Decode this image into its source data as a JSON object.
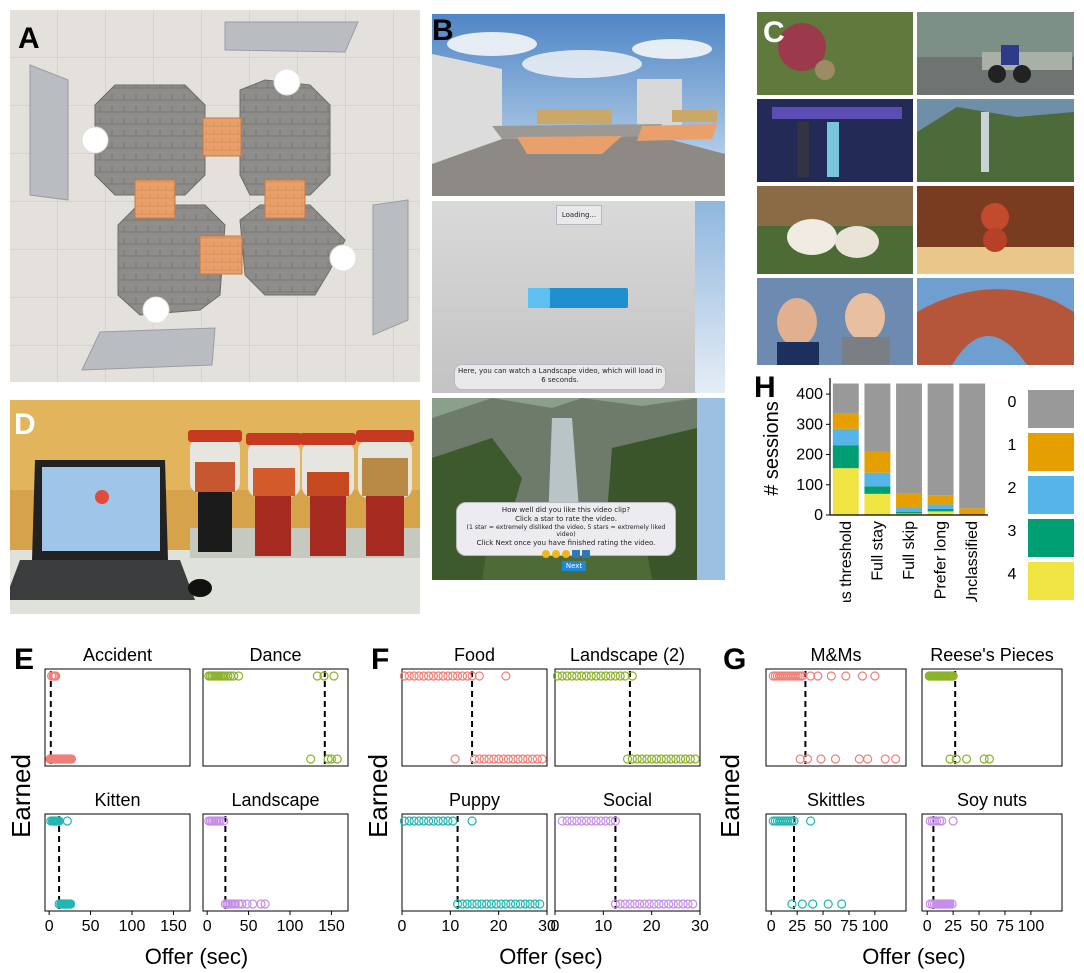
{
  "panels": {
    "a": {
      "label": "A"
    },
    "b": {
      "label": "B",
      "loading_text": "Loading...",
      "info_text": "Here, you can watch a Landscape video, which will load in 6 seconds.",
      "rating_lines": [
        "How well did you like this video clip?",
        "Click a star to rate the video.",
        "(1 star = extremely disliked the video, 5 stars = extremely liked video)",
        "Click Next once you have finished rating the video."
      ],
      "next_label": "Next",
      "rating_stars": {
        "filled": 3,
        "total": 5
      }
    },
    "c": {
      "label": "C"
    },
    "d": {
      "label": "D"
    },
    "e": {
      "label": "E"
    },
    "f": {
      "label": "F"
    },
    "g": {
      "label": "G"
    },
    "h": {
      "label": "H"
    }
  },
  "colors": {
    "red": "#f07f78",
    "green": "#8bb22a",
    "teal": "#22b7b0",
    "purple": "#c58ee8",
    "legend": {
      "0": "#999999",
      "1": "#e69f00",
      "2": "#56b4e9",
      "3": "#009e73",
      "4": "#f0e442"
    }
  },
  "chart_data": [
    {
      "id": "H",
      "type": "bar",
      "stacked": true,
      "ylabel": "# sessions",
      "xlabel": "",
      "ylim": [
        0,
        440
      ],
      "yticks": [
        0,
        100,
        200,
        300,
        400
      ],
      "categories": [
        "Has threshold",
        "Full stay",
        "Full skip",
        "Prefer long",
        "Unclassified"
      ],
      "series": [
        {
          "name": "4",
          "values": [
            155,
            70,
            5,
            12,
            0
          ]
        },
        {
          "name": "3",
          "values": [
            75,
            25,
            5,
            8,
            0
          ]
        },
        {
          "name": "2",
          "values": [
            55,
            45,
            15,
            15,
            0
          ]
        },
        {
          "name": "1",
          "values": [
            50,
            70,
            45,
            30,
            22
          ]
        },
        {
          "name": "0",
          "values": [
            100,
            225,
            365,
            370,
            413
          ]
        }
      ],
      "legend_position": "right"
    },
    {
      "id": "E",
      "type": "scatter",
      "ylabel": "Earned",
      "xlabel": "Offer (sec)",
      "xlim": [
        -5,
        170
      ],
      "xticks": [
        0,
        50,
        100,
        150
      ],
      "subplots": [
        {
          "title": "Accident",
          "color": "red",
          "threshold": 2,
          "top": [
            3,
            5,
            6,
            7,
            8
          ],
          "bottom": [
            1,
            2,
            3,
            4,
            5,
            6,
            7,
            8,
            9,
            10,
            11,
            12,
            13,
            14,
            15,
            16,
            17,
            18,
            19,
            20,
            21,
            22,
            23,
            24,
            25,
            26,
            27
          ]
        },
        {
          "title": "Dance",
          "color": "green",
          "threshold": 142,
          "top": [
            2,
            4,
            6,
            8,
            10,
            12,
            14,
            16,
            18,
            20,
            22,
            25,
            28,
            32,
            38,
            133,
            141,
            153
          ],
          "bottom": [
            125,
            146,
            150,
            157
          ]
        },
        {
          "title": "Kitten",
          "color": "teal",
          "threshold": 12,
          "top": [
            2,
            4,
            5,
            6,
            7,
            8,
            9,
            10,
            11,
            12,
            22
          ],
          "bottom": [
            12,
            14,
            15,
            16,
            17,
            18,
            19,
            20,
            21,
            22,
            23,
            24,
            25,
            26
          ]
        },
        {
          "title": "Landscape",
          "color": "purple",
          "threshold": 22,
          "top": [
            2,
            4,
            6,
            8,
            10,
            12,
            14,
            16,
            20
          ],
          "bottom": [
            22,
            24,
            26,
            28,
            30,
            32,
            34,
            38,
            42,
            48,
            55,
            65,
            70
          ]
        }
      ]
    },
    {
      "id": "F",
      "type": "scatter",
      "ylabel": "Earned",
      "xlabel": "Offer (sec)",
      "xlim": [
        0,
        30
      ],
      "xticks": [
        0,
        10,
        20,
        30
      ],
      "subplots": [
        {
          "title": "Food",
          "color": "red",
          "threshold": 14.5,
          "top": [
            0.5,
            1.5,
            2.5,
            3.5,
            4.5,
            5.5,
            6.5,
            7.5,
            8.5,
            9.5,
            10.5,
            11.5,
            12.5,
            13.5,
            14.5,
            16,
            21.5
          ],
          "bottom": [
            11,
            15,
            16,
            17,
            18,
            19,
            20,
            21,
            22,
            23,
            24,
            25,
            26,
            27,
            28,
            29
          ]
        },
        {
          "title": "Landscape (2)",
          "color": "green",
          "threshold": 15.5,
          "top": [
            0.5,
            1.5,
            2.5,
            3.5,
            4.5,
            5.5,
            6.5,
            7.5,
            8.5,
            9.5,
            10.5,
            11.5,
            12.5,
            13.5,
            14.5,
            16
          ],
          "bottom": [
            15,
            16,
            17,
            18,
            19,
            20,
            21,
            22,
            23,
            24,
            25,
            26,
            27,
            28,
            29
          ]
        },
        {
          "title": "Puppy",
          "color": "teal",
          "threshold": 11.5,
          "top": [
            0.5,
            1.5,
            2.5,
            3.5,
            4.5,
            5.5,
            6.5,
            7.5,
            8.5,
            9.5,
            10.5,
            14.5
          ],
          "bottom": [
            11.5,
            12.5,
            13.5,
            14.5,
            15.5,
            16.5,
            17.5,
            18.5,
            19.5,
            20.5,
            21.5,
            22.5,
            23.5,
            24.5,
            25.5,
            26.5,
            27.5,
            28.5
          ]
        },
        {
          "title": "Social",
          "color": "purple",
          "threshold": 12.5,
          "top": [
            1.5,
            2.5,
            3.5,
            4.5,
            5.5,
            6.5,
            7.5,
            8.5,
            9.5,
            10.5,
            11.5,
            12.5
          ],
          "bottom": [
            12.5,
            13.5,
            14.5,
            15.5,
            16.5,
            17.5,
            18.5,
            19.5,
            20.5,
            21.5,
            22.5,
            23.5,
            24.5,
            25.5,
            26.5,
            27.5,
            28.5
          ]
        }
      ]
    },
    {
      "id": "G",
      "type": "scatter",
      "ylabel": "Earned",
      "xlabel": "Offer (sec)",
      "xlim": [
        -5,
        130
      ],
      "xticks": [
        0,
        25,
        50,
        75,
        100
      ],
      "subplots": [
        {
          "title": "M&Ms",
          "color": "red",
          "threshold": 33,
          "top": [
            2,
            4,
            6,
            8,
            10,
            12,
            14,
            16,
            18,
            20,
            22,
            24,
            26,
            28,
            30,
            38,
            45,
            58,
            72,
            88,
            100
          ],
          "bottom": [
            28,
            35,
            48,
            62,
            85,
            93,
            110,
            120
          ]
        },
        {
          "title": "Reese's Pieces",
          "color": "green",
          "threshold": 27,
          "top": [
            2,
            3,
            4,
            5,
            6,
            7,
            8,
            9,
            10,
            11,
            12,
            13,
            14,
            15,
            16,
            17,
            18,
            19,
            20,
            21,
            22,
            23,
            24,
            25
          ],
          "bottom": [
            22,
            28,
            38,
            55,
            60
          ]
        },
        {
          "title": "Skittles",
          "color": "teal",
          "threshold": 22,
          "top": [
            2,
            4,
            6,
            8,
            10,
            12,
            14,
            16,
            18,
            20,
            22,
            38
          ],
          "bottom": [
            20,
            30,
            40,
            55,
            68
          ]
        },
        {
          "title": "Soy nuts",
          "color": "purple",
          "threshold": 6,
          "top": [
            3,
            5,
            7,
            9,
            12,
            14,
            25
          ],
          "bottom": [
            3,
            5,
            7,
            9,
            10,
            11,
            12,
            13,
            14,
            15,
            16,
            17,
            18,
            19,
            20,
            21,
            22,
            24
          ]
        }
      ]
    }
  ]
}
